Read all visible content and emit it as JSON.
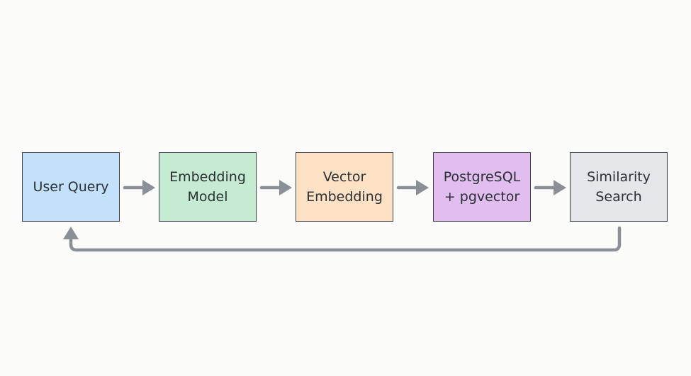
{
  "diagram": {
    "nodes": [
      {
        "id": "user-query",
        "lines": [
          "User Query"
        ],
        "color": "#c3e1fb"
      },
      {
        "id": "embedding-model",
        "lines": [
          "Embedding",
          "Model"
        ],
        "color": "#c6ebd3"
      },
      {
        "id": "vector-embedding",
        "lines": [
          "Vector",
          "Embedding"
        ],
        "color": "#fde1c4"
      },
      {
        "id": "postgresql-pgvector",
        "lines": [
          "PostgreSQL",
          "+ pgvector"
        ],
        "color": "#e1bdf0"
      },
      {
        "id": "similarity-search",
        "lines": [
          "Similarity",
          "Search"
        ],
        "color": "#e4e6e9"
      }
    ],
    "edges": [
      {
        "from": "user-query",
        "to": "embedding-model"
      },
      {
        "from": "embedding-model",
        "to": "vector-embedding"
      },
      {
        "from": "vector-embedding",
        "to": "postgresql-pgvector"
      },
      {
        "from": "postgresql-pgvector",
        "to": "similarity-search"
      },
      {
        "from": "similarity-search",
        "to": "user-query"
      }
    ],
    "arrow_color": "#8a9095",
    "border_color": "#3a3f45",
    "background": "#fbfbfa"
  }
}
